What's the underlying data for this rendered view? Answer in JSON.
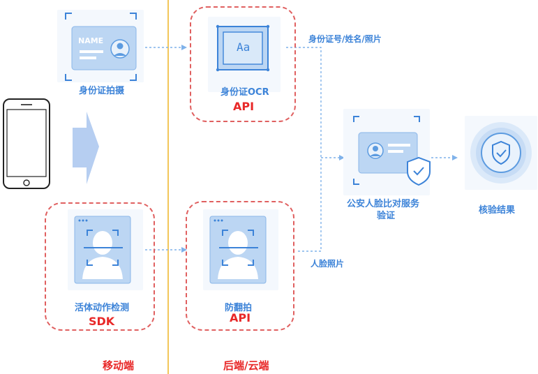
{
  "mobile": {
    "id_capture_label": "身份证拍摄",
    "id_card_text": "NAME",
    "liveness_label": "活体动作检测",
    "liveness_type": "SDK",
    "region_label": "移动端"
  },
  "backend": {
    "ocr_label": "身份证OCR",
    "ocr_icon_text": "Aa",
    "ocr_type": "API",
    "anti_spoof_label": "防翻拍",
    "anti_spoof_type": "API",
    "region_label": "后端/云端"
  },
  "flows": {
    "ocr_output": "身份证号/姓名/照片",
    "face_output": "人脸照片"
  },
  "verification": {
    "label_line1": "公安人脸比对服务",
    "label_line2": "验证"
  },
  "result": {
    "label": "核验结果"
  },
  "colors": {
    "accent_blue": "#3c83d8",
    "red": "#e82828",
    "divider": "#f3c65a",
    "dashed_border": "#e06060"
  }
}
